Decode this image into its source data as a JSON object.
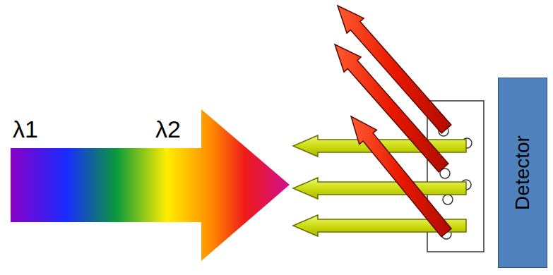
{
  "diagram": {
    "nodes": [
      {
        "text": [
          "Detector"
        ]
      }
    ],
    "labels": [
      "λ1",
      "λ2"
    ]
  }
}
